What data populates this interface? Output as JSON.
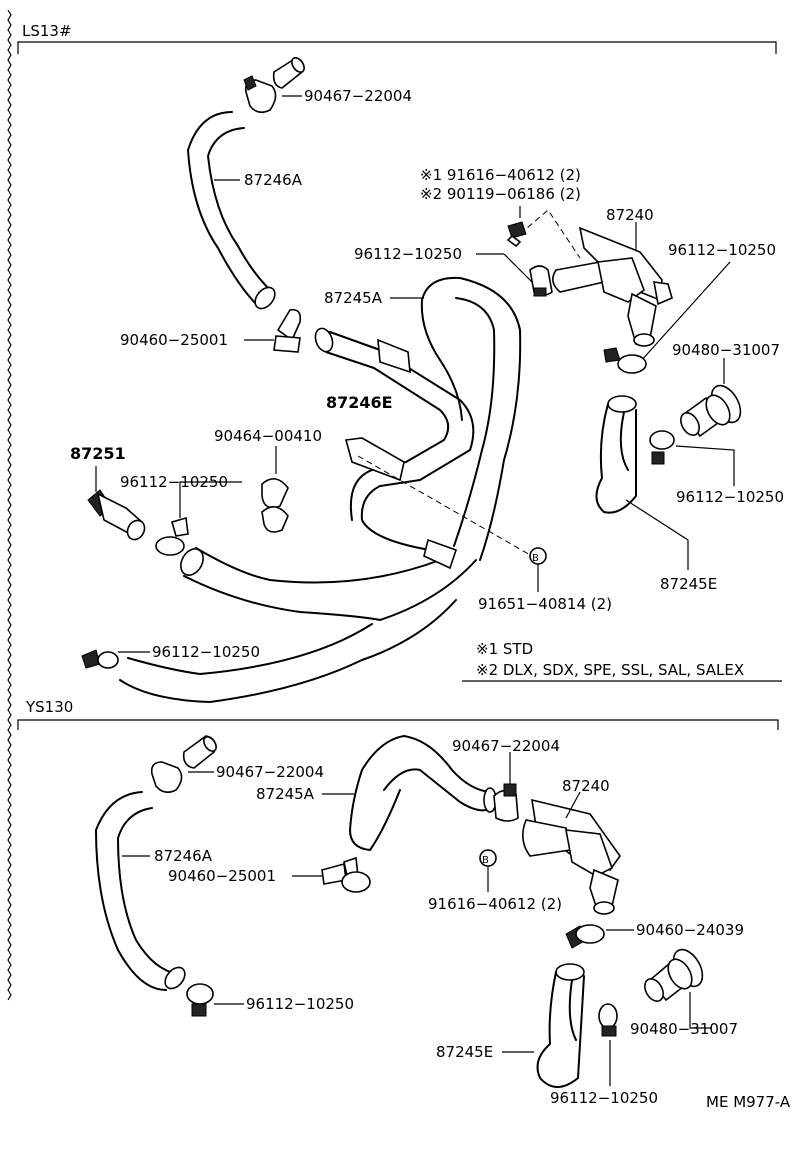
{
  "sections": {
    "top": "LS13#",
    "bottom": "YS130"
  },
  "labels": {
    "top_90467": "90467−22004",
    "top_87246A": "87246A",
    "note1_part": "※1  91616−40612 (2)",
    "note2_part": "※2  90119−06186 (2)",
    "top_87240": "87240",
    "top_96112_a": "96112−10250",
    "top_96112_b": "96112−10250",
    "top_87245A": "87245A",
    "top_90460": "90460−25001",
    "top_90480": "90480−31007",
    "top_87246E": "87246E",
    "top_90464": "90464−00410",
    "top_87251": "87251",
    "top_96112_c": "96112−10250",
    "top_96112_d": "96112−10250",
    "top_87245E": "87245E",
    "top_91651": "91651−40814 (2)",
    "top_96112_e": "96112−10250",
    "legend_1": "※1  STD",
    "legend_2": "※2  DLX, SDX, SPE, SSL, SAL, SALEX",
    "bot_90467_a": "90467−22004",
    "bot_90467_b": "90467−22004",
    "bot_87240": "87240",
    "bot_87245A": "87245A",
    "bot_87246A": "87246A",
    "bot_90460_a": "90460−25001",
    "bot_91616": "91616−40612 (2)",
    "bot_90460_b": "90460−24039",
    "bot_90480": "90480−31007",
    "bot_96112_a": "96112−10250",
    "bot_87245E": "87245E",
    "bot_96112_b": "96112−10250",
    "footer": "ME  M977-A"
  },
  "markers": {
    "b": "B"
  }
}
